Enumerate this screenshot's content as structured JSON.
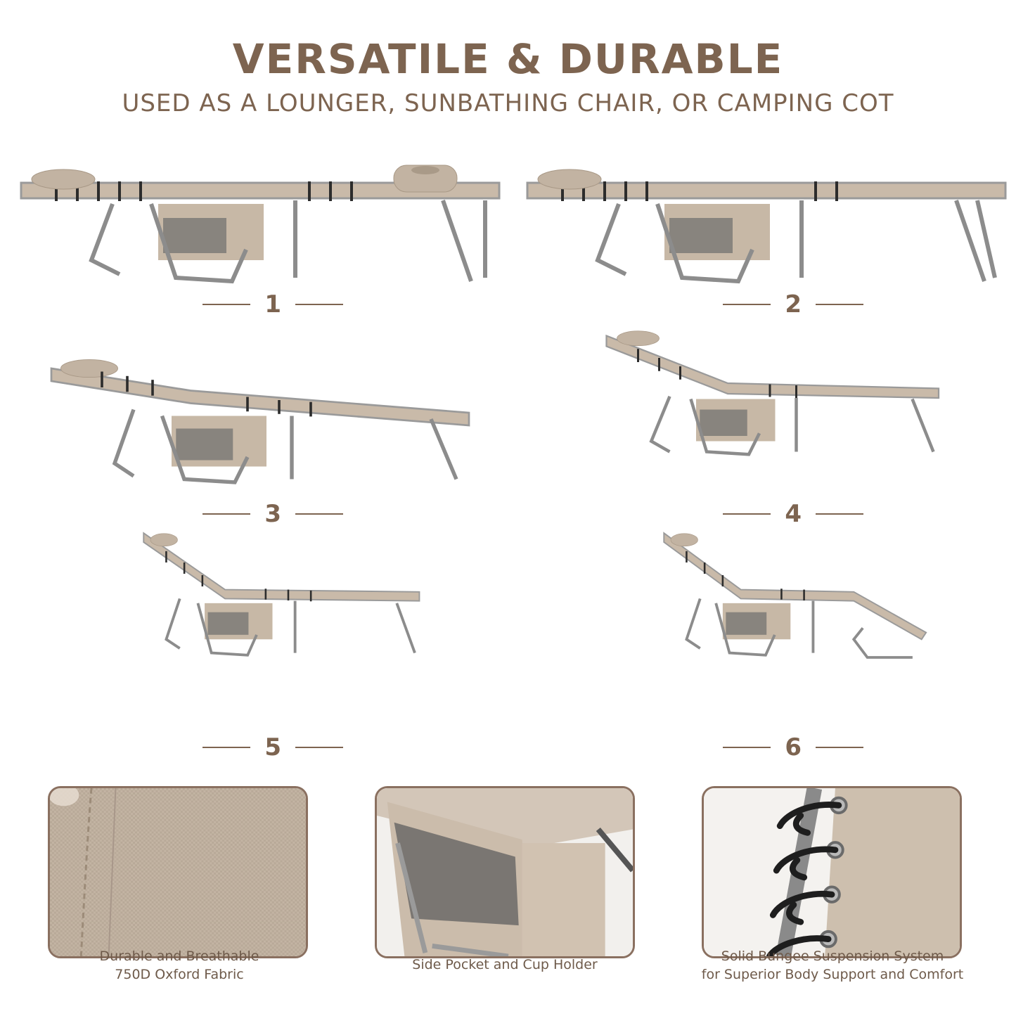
{
  "header": {
    "title": "VERSATILE & DURABLE",
    "subtitle": "USED AS A LOUNGER, SUNBATHING CHAIR, OR CAMPING COT"
  },
  "positions": [
    {
      "number": "1"
    },
    {
      "number": "2"
    },
    {
      "number": "3"
    },
    {
      "number": "4"
    },
    {
      "number": "5"
    },
    {
      "number": "6"
    }
  ],
  "features": [
    {
      "line1": "Durable and Breathable",
      "line2": "750D Oxford Fabric"
    },
    {
      "line1": "Side Pocket and Cup Holder",
      "line2": ""
    },
    {
      "line1": "Solid Bungee Suspension System",
      "line2": "for Superior Body Support and Comfort"
    }
  ],
  "colors": {
    "accent": "#7d6450",
    "fabric": "#c8b9a8",
    "frame": "#8c8c8c"
  }
}
